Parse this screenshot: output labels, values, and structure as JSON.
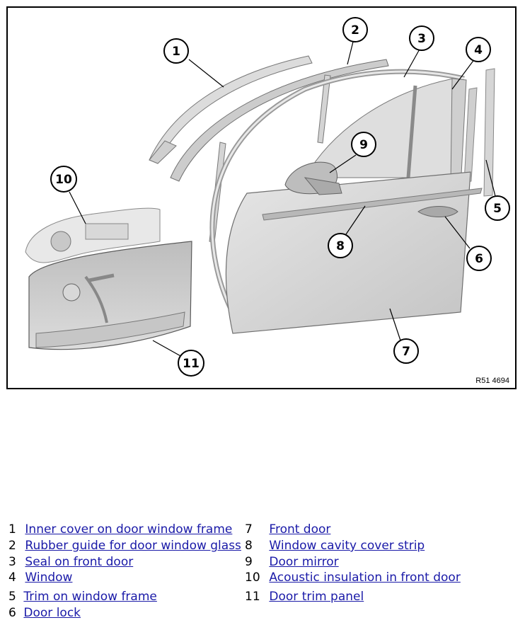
{
  "diagram": {
    "reference_code": "R51 4694",
    "callouts": [
      "1",
      "2",
      "3",
      "4",
      "5",
      "6",
      "7",
      "8",
      "9",
      "10",
      "11"
    ]
  },
  "legend": [
    {
      "num": "1",
      "label": "Inner cover on door window frame"
    },
    {
      "num": "2",
      "label": "Rubber guide for door window glass"
    },
    {
      "num": "3",
      "label": "Seal on front door"
    },
    {
      "num": "4",
      "label": "Window"
    },
    {
      "num": "5",
      "label": "Trim on window frame"
    },
    {
      "num": "6",
      "label": "Door lock"
    },
    {
      "num": "7",
      "label": "Front door"
    },
    {
      "num": "8",
      "label": "Window cavity cover strip"
    },
    {
      "num": "9",
      "label": "Door mirror"
    },
    {
      "num": "10",
      "label": "Acoustic insulation in front door"
    },
    {
      "num": "11",
      "label": "Door trim panel"
    }
  ],
  "colors": {
    "part_fill": "#d9d9d9",
    "part_stroke": "#7a7a7a",
    "link": "#1a1aa8"
  }
}
